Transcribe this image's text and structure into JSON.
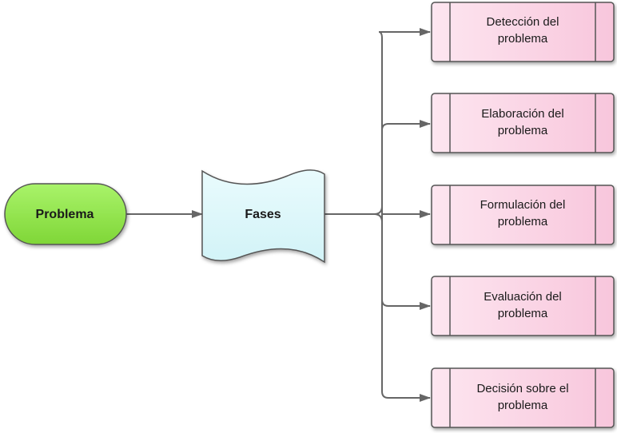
{
  "nodes": {
    "start": {
      "label": "Problema",
      "fill": "#8ee64a"
    },
    "hub": {
      "label": "Fases",
      "fill": "#dff8fb"
    },
    "phases": [
      {
        "line1": "Detección del",
        "line2": "problema"
      },
      {
        "line1": "Elaboración del",
        "line2": "problema"
      },
      {
        "line1": "Formulación del",
        "line2": "problema"
      },
      {
        "line1": "Evaluación del",
        "line2": "problema"
      },
      {
        "line1": "Decisión sobre el",
        "line2": "problema"
      }
    ],
    "phase_fill": "#fbd3e5"
  },
  "edge_color": "#666666"
}
